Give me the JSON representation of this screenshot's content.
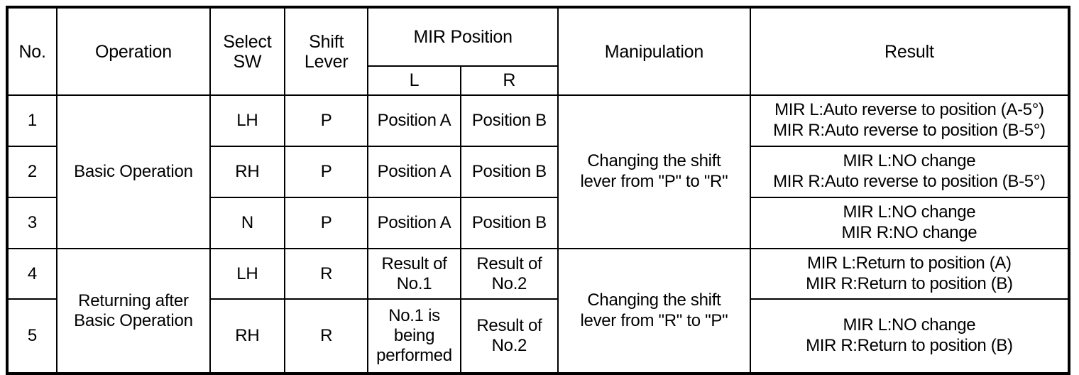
{
  "table": {
    "headers": {
      "no": "No.",
      "operation": "Operation",
      "select_sw": "Select\nSW",
      "select_sw_line1": "Select",
      "select_sw_line2": "SW",
      "shift_lever_line1": "Shift",
      "shift_lever_line2": "Lever",
      "mir_position": "MIR Position",
      "mir_l": "L",
      "mir_r": "R",
      "manipulation": "Manipulation",
      "result": "Result"
    },
    "group_labels": {
      "basic_operation": "Basic Operation",
      "returning_line1": "Returning after",
      "returning_line2": "Basic Operation"
    },
    "manipulation_groups": {
      "p_to_r_line1": "Changing the shift",
      "p_to_r_line2": "lever from \"P\" to \"R\"",
      "r_to_p_line1": "Changing the shift",
      "r_to_p_line2": "lever from \"R\" to \"P\""
    },
    "rows": [
      {
        "no": "1",
        "select_sw": "LH",
        "shift_lever": "P",
        "mir_l": "Position A",
        "mir_r": "Position B",
        "result_line1": "MIR L:Auto reverse to position (A-5°)",
        "result_line2": "MIR R:Auto reverse to position (B-5°)"
      },
      {
        "no": "2",
        "select_sw": "RH",
        "shift_lever": "P",
        "mir_l": "Position A",
        "mir_r": "Position B",
        "result_line1": "MIR L:NO change",
        "result_line2": "MIR R:Auto reverse to position (B-5°)"
      },
      {
        "no": "3",
        "select_sw": "N",
        "shift_lever": "P",
        "mir_l": "Position A",
        "mir_r": "Position B",
        "result_line1": "MIR L:NO change",
        "result_line2": "MIR R:NO change"
      },
      {
        "no": "4",
        "select_sw": "LH",
        "shift_lever": "R",
        "mir_l_line1": "Result of",
        "mir_l_line2": "No.1",
        "mir_r_line1": "Result of",
        "mir_r_line2": "No.2",
        "result_line1": "MIR L:Return to position (A)",
        "result_line2": "MIR R:Return to position (B)"
      },
      {
        "no": "5",
        "select_sw": "RH",
        "shift_lever": "R",
        "mir_l_line1": "No.1 is",
        "mir_l_line2": "being",
        "mir_l_line3": "performed",
        "mir_r_line1": "Result of",
        "mir_r_line2": "No.2",
        "result_line1": "MIR L:NO change",
        "result_line2": "MIR R:Return to position (B)"
      }
    ]
  },
  "colors": {
    "border": "#000000",
    "background": "#ffffff",
    "text": "#000000"
  }
}
